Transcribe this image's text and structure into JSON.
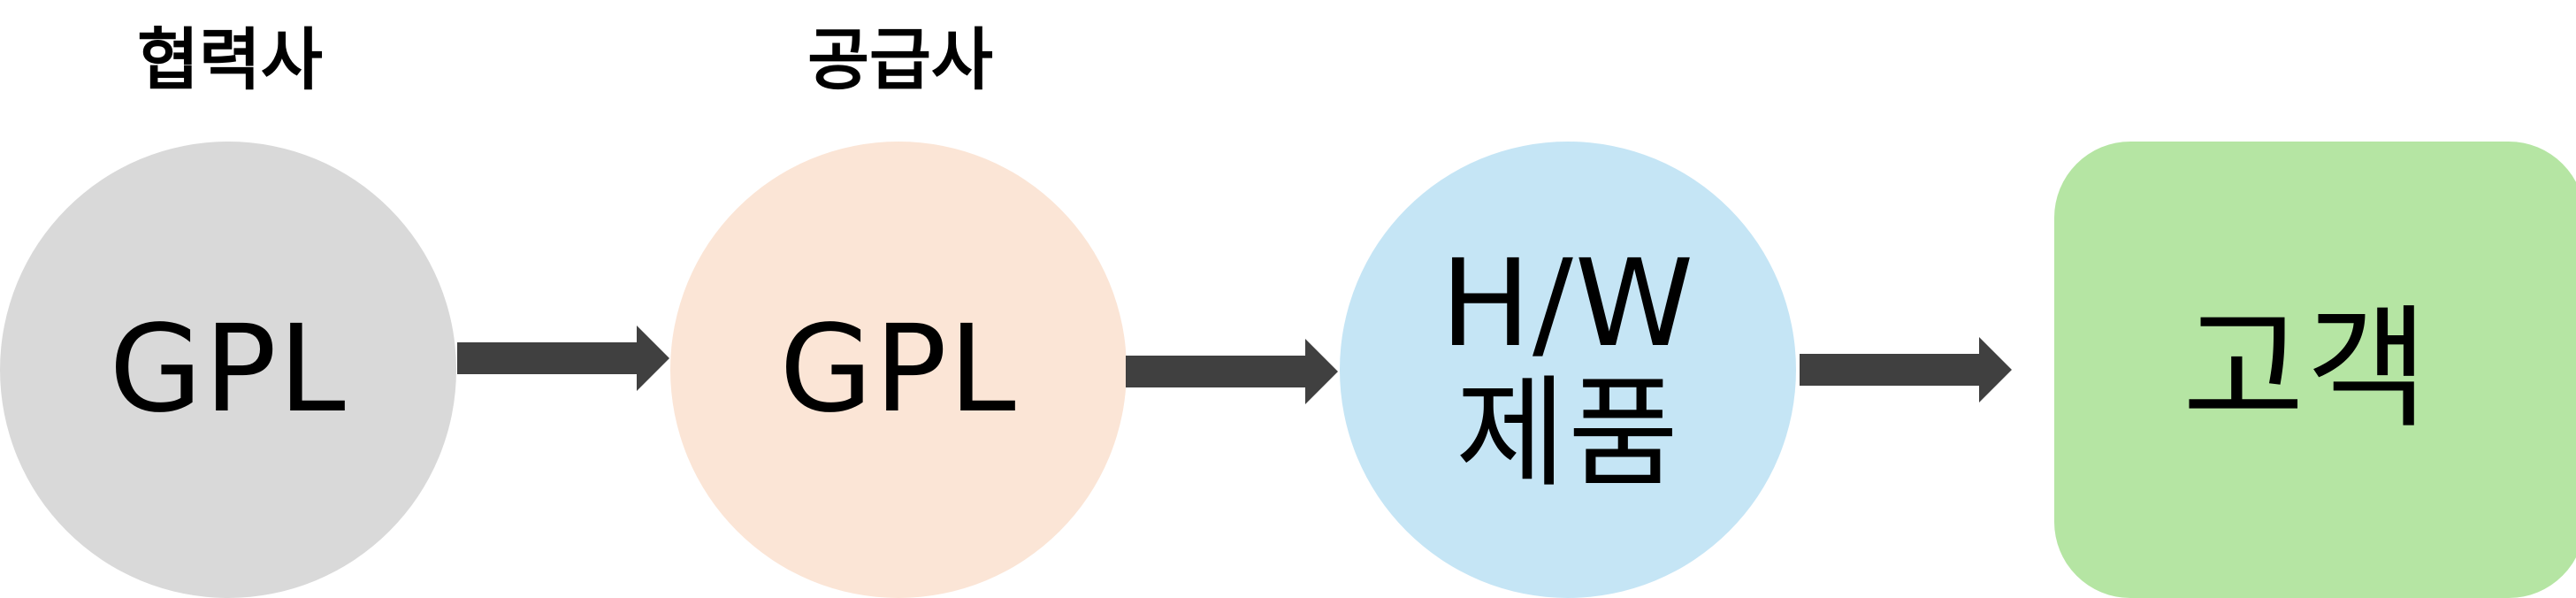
{
  "roles": {
    "partner": "협력사",
    "supplier": "공급사"
  },
  "nodes": {
    "partner_gpl": {
      "text": "GPL",
      "color": "#d9d9d9"
    },
    "supplier_gpl": {
      "text": "GPL",
      "color": "#fbe5d6"
    },
    "hw_product": {
      "line1": "H/W",
      "line2": "제품",
      "color": "#c5e5f5"
    },
    "customer": {
      "text": "고객",
      "color": "#b5e5a3"
    }
  },
  "colors": {
    "arrow": "#404040",
    "text": "#000000"
  }
}
